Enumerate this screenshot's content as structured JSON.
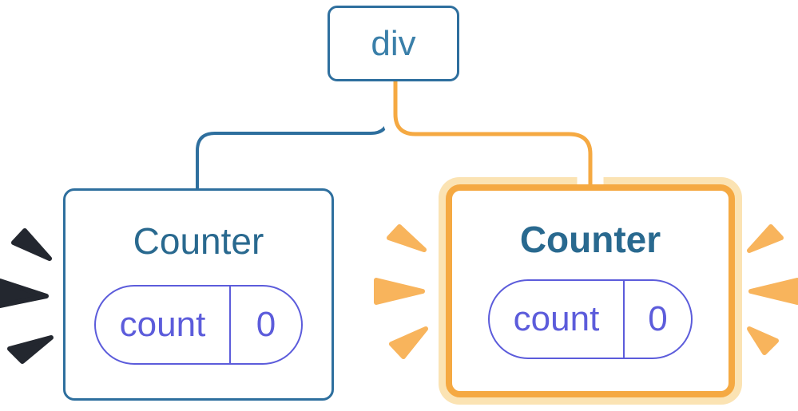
{
  "diagram": {
    "root": {
      "label": "div"
    },
    "children": [
      {
        "title": "Counter",
        "state": {
          "key": "count",
          "value": "0"
        },
        "highlighted": false,
        "burst_color": "navy"
      },
      {
        "title": "Counter",
        "state": {
          "key": "count",
          "value": "0"
        },
        "highlighted": true,
        "burst_color": "orange"
      }
    ]
  },
  "colors": {
    "blue": "#2e6f9e",
    "blue_text": "#3a7fa9",
    "teal_title": "#29698f",
    "purple": "#5c5cdb",
    "orange": "#f5a942",
    "cream": "#fbe3b3",
    "sparkle_orange": "#f8b45c",
    "sparkle_navy": "#23272f",
    "casing": "#ffffff",
    "card_bg": "#ffffff"
  }
}
